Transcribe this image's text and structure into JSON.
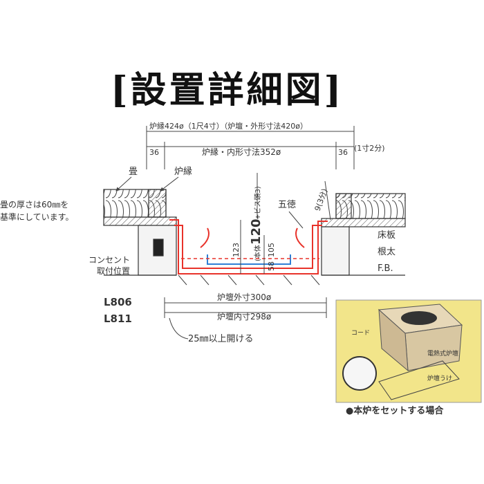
{
  "title": "[設置詳細図]",
  "dims": {
    "top_outer": "炉縁424ø（1尺4寸）（炉壇・外形寸法420ø）",
    "left_36": "36",
    "inner": "炉縁・内形寸法352ø",
    "right_36": "36",
    "right_note": "(1寸2分)",
    "wall_outer": "炉壇外寸300ø",
    "wall_inner": "炉壇内寸298ø",
    "gap": "25㎜以上開ける",
    "d123": "123",
    "d120": "120",
    "body_note_top": "(本体",
    "body_note_bottom": "+ビス頭3)",
    "d105": "105",
    "d58": "58",
    "d9": "9(3分)"
  },
  "labels": {
    "tatami": "畳",
    "rofuchi": "炉縁",
    "tatami_note_1": "畳の厚さは60㎜を",
    "tatami_note_2": "基準にしています。",
    "gotoku": "五徳",
    "yukaita": "床板",
    "neda": "根太",
    "fb": "F.B.",
    "outlet_1": "コンセント",
    "outlet_2": "取付位置",
    "l806": "L806",
    "l811": "L811"
  },
  "inset": {
    "code": "コード",
    "electric": "電熱式炉壇",
    "rodan_uke": "炉壇うけ",
    "caption": "●本炉をセットする場合"
  },
  "colors": {
    "heater_red": "#e8322a",
    "element_blue": "#2f7fd6",
    "inset_bg": "#f2e58a",
    "wood_fill": "#eeeeee"
  }
}
